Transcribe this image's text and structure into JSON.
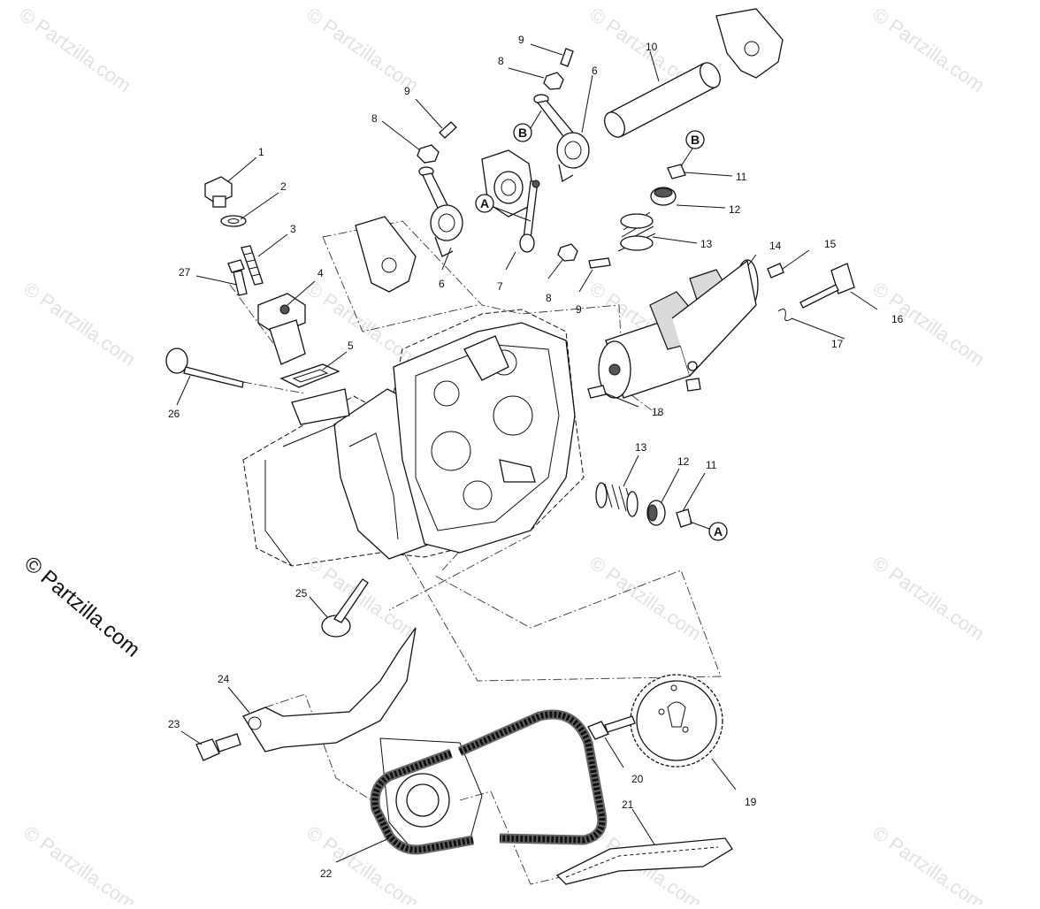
{
  "watermark": "© Partzilla.com",
  "copyright": "© Partzilla.com",
  "callout_labels": {
    "a": "A",
    "b": "B"
  },
  "part_numbers": [
    "1",
    "2",
    "3",
    "4",
    "5",
    "6",
    "7",
    "8",
    "9",
    "10",
    "11",
    "12",
    "13",
    "14",
    "15",
    "16",
    "17",
    "18",
    "19",
    "20",
    "21",
    "22",
    "23",
    "24",
    "25",
    "26",
    "27"
  ]
}
